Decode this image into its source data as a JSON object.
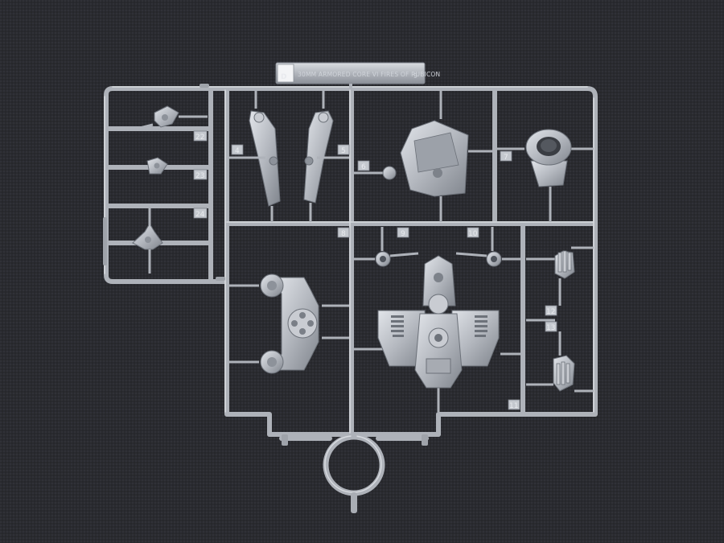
{
  "sprue": {
    "letter": "D",
    "tag_text": "30MM ARMORED CORE VI FIRES OF RUBICON",
    "tag_mark": "9",
    "part_numbers": [
      "4",
      "5",
      "6",
      "7",
      "8",
      "9",
      "10",
      "11",
      "12",
      "13",
      "22",
      "23",
      "24"
    ]
  },
  "colors": {
    "background": "#2a2b30",
    "plastic": "#b7bbc2",
    "plastic_dark": "#8d929a",
    "plastic_light": "#dde0e5"
  }
}
